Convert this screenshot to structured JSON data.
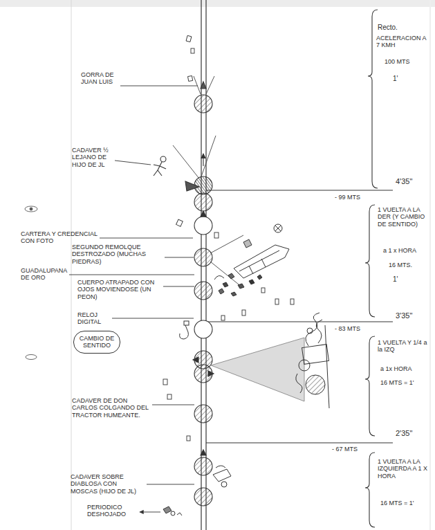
{
  "diagram": {
    "nodes": [
      {
        "text": [
          "CAMBIO DE SENTIDO"
        ]
      }
    ],
    "labels": [
      "Recto.",
      "ACELERACION A 7 KMH",
      "100 MTS",
      "1'",
      "GORRA DE JUAN LUIS",
      "CADAVER ½ LEJANO DE HIJO DE JL",
      "4'35\"",
      "- 99 MTS",
      "1 VUELTA A LA DER (Y CAMBIO DE SENTIDO)",
      "CARTERA Y CREDENCIAL CON FOTO",
      "a 1 x HORA",
      "SEGUNDO REMOLQUE DESTROZADO (MUCHAS PIEDRAS)",
      "16 MTS.",
      "GUADALUPANA DE ORO",
      "1'",
      "CUERPO ATRAPADO CON OJOS MOVIENDOSE (UN PEON)",
      "RELOJ DIGITAL",
      "- 83 MTS",
      "3'35\"",
      "1 VUELTA Y 1/4 a la IZQ",
      "a 1x HORA",
      "16 MTS = 1'",
      "CADAVER DE DON CARLOS COLGANDO DEL TRACTOR HUMEANTE.",
      "2'35\"",
      "- 67 MTS",
      "1 VUELTA A LA IZQUIERDA A 1 X HORA",
      "CADAVER SOBRE DIABLOSA CON MOSCAS (HIJO DE JL)",
      "16 MTS = 1'",
      "PERIODICO DESHOJADO"
    ]
  }
}
